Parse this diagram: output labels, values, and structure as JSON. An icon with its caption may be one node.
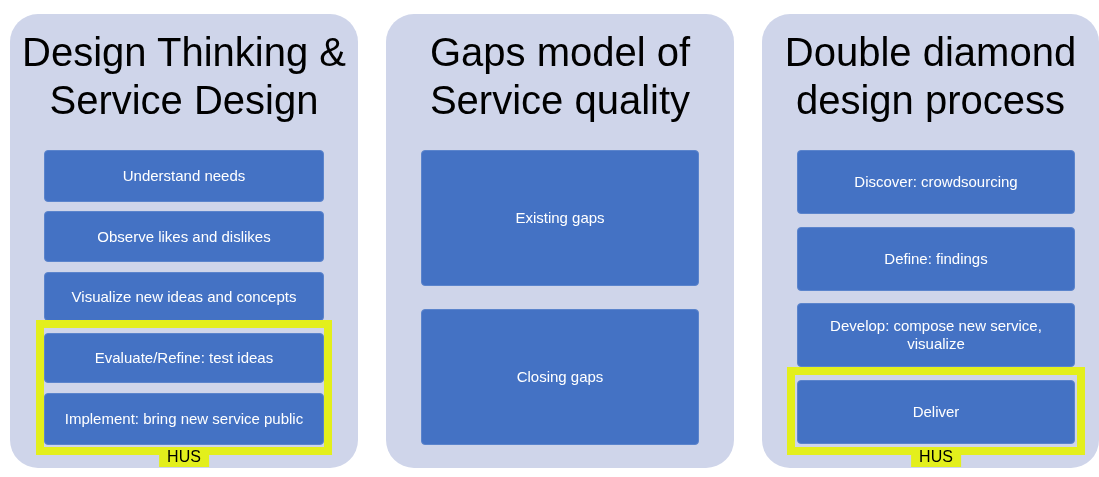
{
  "diagram": {
    "nodes": [
      {
        "text": [
          "Design Thinking & Service Design"
        ]
      },
      {
        "text": [
          "Understand needs"
        ],
        "in": 0
      },
      {
        "text": [
          "Observe likes and dislikes"
        ],
        "in": 0
      },
      {
        "text": [
          "Visualize new ideas and concepts"
        ],
        "in": 0
      },
      {
        "text": [
          "HUS"
        ],
        "in": 0
      },
      {
        "text": [
          "Evaluate/Refine: test ideas"
        ],
        "in": 4
      },
      {
        "text": [
          "Implement: bring new service public"
        ],
        "in": 4
      },
      {
        "text": [
          "Gaps model of Service quality"
        ]
      },
      {
        "text": [
          "Existing gaps"
        ],
        "in": 7
      },
      {
        "text": [
          "Closing gaps"
        ],
        "in": 7
      },
      {
        "text": [
          "Double diamond design process"
        ]
      },
      {
        "text": [
          "Discover: crowdsourcing"
        ],
        "in": 10
      },
      {
        "text": [
          "Define: findings"
        ],
        "in": 10
      },
      {
        "text": [
          "Develop: compose new service, visualize"
        ],
        "in": 10
      },
      {
        "text": [
          "HUS"
        ],
        "in": 10
      },
      {
        "text": [
          "Deliver"
        ],
        "in": 14
      }
    ]
  }
}
